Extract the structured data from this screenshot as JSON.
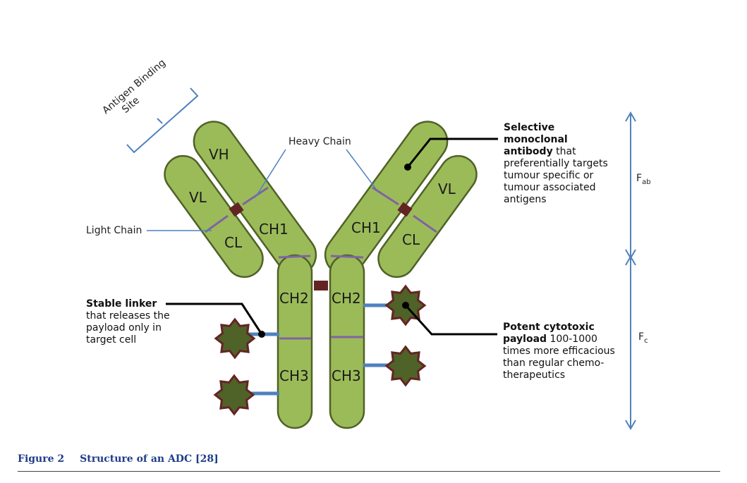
{
  "segments": {
    "vh": "VH",
    "vl_left": "VL",
    "vl_right": "VL",
    "cl_left": "CL",
    "cl_right": "CL",
    "ch1_left": "CH1",
    "ch1_right": "CH1",
    "ch2_left": "CH2",
    "ch2_right": "CH2",
    "ch3_left": "CH3",
    "ch3_right": "CH3"
  },
  "labels": {
    "antigen_binding_line1": "Antigen Binding",
    "antigen_binding_line2": "Site",
    "heavy_chain_left": "Heavy Chain",
    "light_chain": "Light Chain",
    "fab_main": "F",
    "fab_sub": "ab",
    "fc_main": "F",
    "fc_sub": "c"
  },
  "annotations": {
    "antibody": {
      "bold_line1": "Selective",
      "bold_line2": "monoclonal",
      "bold_line3": "antibody",
      "rest_line3": " that",
      "line4": "preferentially targets",
      "line5": "tumour specific or",
      "line6": "tumour associated",
      "line7": "antigens"
    },
    "linker": {
      "bold_line1": "Stable linker",
      "line2": "that releases the",
      "line3": "payload only in",
      "line4": "target cell"
    },
    "payload": {
      "bold_line1": "Potent cytotoxic",
      "bold_line2": "payload",
      "rest_line2": " 100-1000",
      "line3": "times more efficacious",
      "line4": "than regular chemo-",
      "line5": "therapeutics"
    }
  },
  "caption": {
    "figure": "Figure 2",
    "title": "Structure of an ADC [28]"
  },
  "colors": {
    "chain_fill": "#9bbb59",
    "chain_stroke": "#4f6228",
    "divider": "#8064a2",
    "disulfide": "#632523",
    "linker": "#4f81bd",
    "drug_fill": "#4f6228",
    "drug_stroke": "#632523",
    "caption": "#1f3c88"
  }
}
